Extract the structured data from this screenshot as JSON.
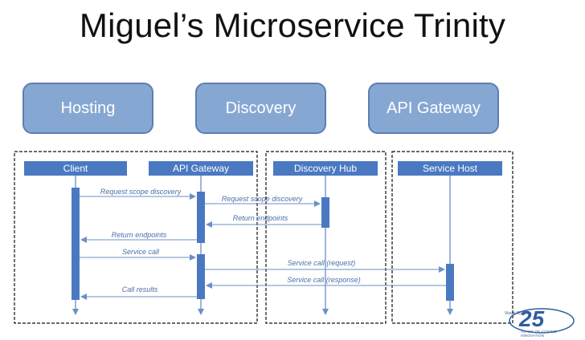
{
  "title": "Miguel’s Microservice Trinity",
  "pillars": [
    {
      "label": "Hosting"
    },
    {
      "label": "Discovery"
    },
    {
      "label": "API Gateway"
    }
  ],
  "lanes": [
    {
      "label": "Client"
    },
    {
      "label": "API Gateway"
    },
    {
      "label": "Discovery Hub"
    },
    {
      "label": "Service Host"
    }
  ],
  "messages": [
    {
      "label": "Request scope discovery"
    },
    {
      "label": "Request scope discovery"
    },
    {
      "label": "Return endpoints"
    },
    {
      "label": "Return endpoints"
    },
    {
      "label": "Service call"
    },
    {
      "label": "Service call   (request)"
    },
    {
      "label": "Service call   (response)"
    },
    {
      "label": "Call results"
    }
  ],
  "logo": {
    "small_text": "Visual Studio",
    "number": "25",
    "tagline": "YEARS OF CODING INNOVATION"
  }
}
